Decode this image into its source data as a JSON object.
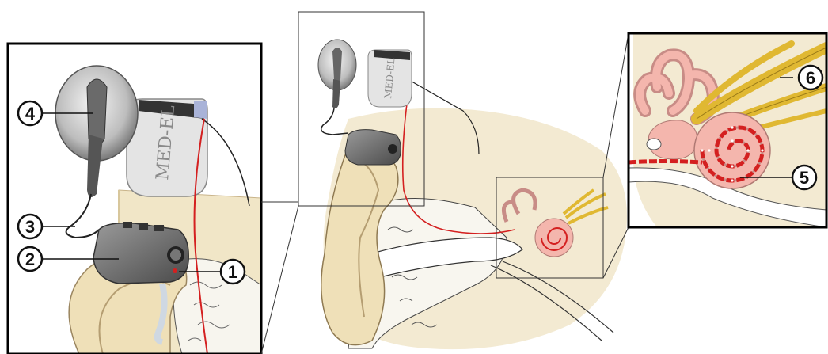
{
  "diagram": {
    "brand": "MED-EL",
    "callouts": [
      {
        "id": "callout-1",
        "label": "1"
      },
      {
        "id": "callout-2",
        "label": "2"
      },
      {
        "id": "callout-3",
        "label": "3"
      },
      {
        "id": "callout-4",
        "label": "4"
      },
      {
        "id": "callout-5",
        "label": "5"
      },
      {
        "id": "callout-6",
        "label": "6"
      }
    ]
  },
  "colors": {
    "skin": "#f1e6c7",
    "skin_outline": "#c9b48a",
    "cochlea": "#f4b6ad",
    "electrode": "#d42020",
    "nerve": "#e0b832",
    "processor": "#6b6b6b",
    "implant": "#e4e4e4",
    "bone": "#f7f5ee"
  }
}
